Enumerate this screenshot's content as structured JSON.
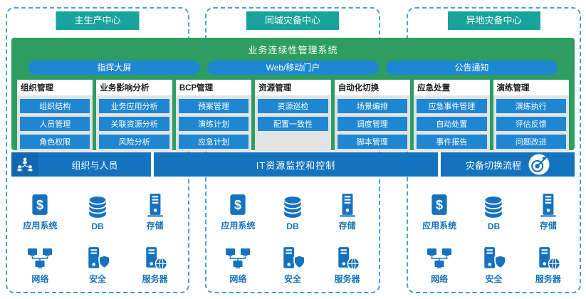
{
  "colors": {
    "teal_header": "#19a39d",
    "system_green": "#2d9e60",
    "button_blue": "#1e87d3",
    "bar_blue": "#1472be",
    "dashed_border_blue": "#4aa0d8",
    "module_panel_gray": "#e3e3e3"
  },
  "centers": [
    {
      "label": "主生产中心"
    },
    {
      "label": "同城灾备中心"
    },
    {
      "label": "异地灾备中心"
    }
  ],
  "system": {
    "title": "业务连续性管理系统",
    "portals": [
      {
        "label": "指挥大屏"
      },
      {
        "label": "Web/移动门户"
      },
      {
        "label": "公告通知"
      }
    ],
    "modules": [
      {
        "title": "组织管理",
        "items": [
          "组织结构",
          "人员管理",
          "角色权限"
        ]
      },
      {
        "title": "业务影响分析",
        "items": [
          "业务应用分析",
          "关联资源分析",
          "风险分析"
        ]
      },
      {
        "title": "BCP管理",
        "items": [
          "预案管理",
          "演练计划",
          "应急计划"
        ]
      },
      {
        "title": "资源管理",
        "items": [
          "资源巡检",
          "配置一致性"
        ]
      },
      {
        "title": "自动化切换",
        "items": [
          "场景编排",
          "调度管理",
          "脚本管理"
        ]
      },
      {
        "title": "应急处置",
        "items": [
          "应急事件管理",
          "自动处置",
          "事件报告"
        ]
      },
      {
        "title": "演练管理",
        "items": [
          "演练执行",
          "评估反馈",
          "问题改进"
        ]
      }
    ]
  },
  "middle_bars": {
    "org_people": "组织与人员",
    "it_monitoring": "IT资源监控和控制",
    "dr_switch_flow": "灾备切换流程"
  },
  "infrastructure": {
    "items": [
      {
        "label": "应用系统",
        "icon": "app-system-icon"
      },
      {
        "label": "DB",
        "icon": "database-icon"
      },
      {
        "label": "存储",
        "icon": "storage-icon"
      },
      {
        "label": "网络",
        "icon": "network-icon"
      },
      {
        "label": "安全",
        "icon": "security-icon"
      },
      {
        "label": "服务器",
        "icon": "server-icon"
      }
    ]
  }
}
